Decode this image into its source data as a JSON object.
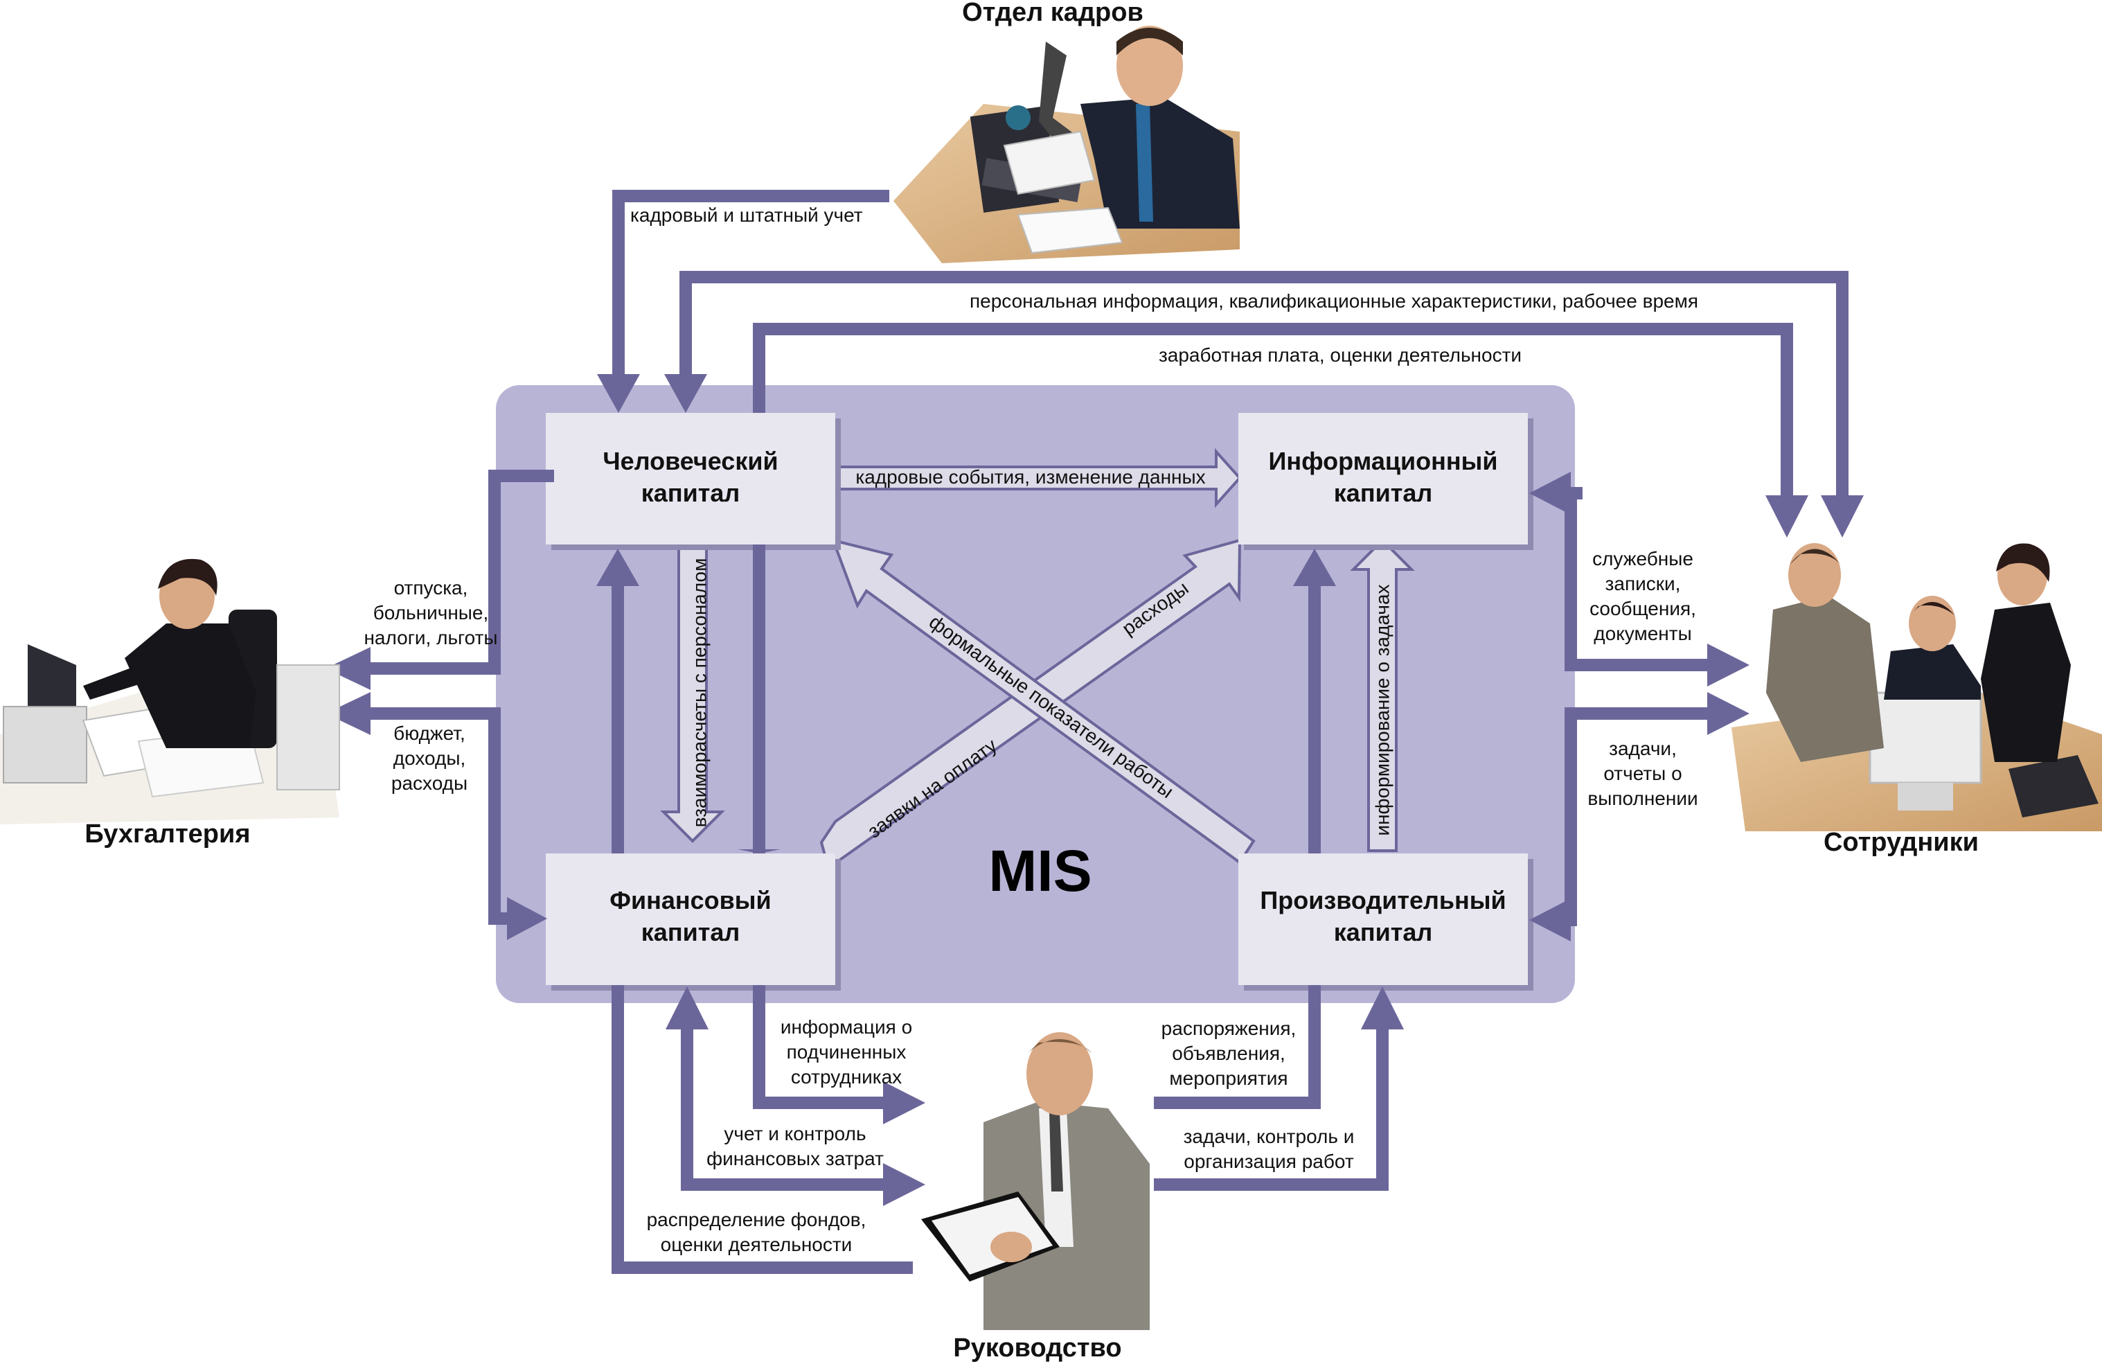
{
  "center_label": "MIS",
  "boxes": {
    "human": [
      "Человеческий",
      "капитал"
    ],
    "info": [
      "Информационный",
      "капитал"
    ],
    "finance": [
      "Финансовый",
      "капитал"
    ],
    "prod": [
      "Производительный",
      "капитал"
    ]
  },
  "parties": {
    "hr": "Отдел кадров",
    "accounting": "Бухгалтерия",
    "employees": "Сотрудники",
    "management": "Руководство"
  },
  "flows": {
    "hr_accounting": "кадровый и штатный учет",
    "personal_info": "персональная информация, квалификационные характеристики, рабочее время",
    "salary": "заработная плата, оценки деятельности",
    "hr_events": "кадровые события, изменение данных",
    "settlements": "взаиморасчеты с персоналом",
    "formal_indicators": "формальные показатели работы",
    "expenses": "расходы",
    "payment_requests": "заявки на оплату",
    "tasks_info": "информирование о задачах",
    "vacations": [
      "отпуска,",
      "больничные,",
      "налоги, льготы"
    ],
    "budget": [
      "бюджет,",
      "доходы,",
      "расходы"
    ],
    "memos": [
      "служебные",
      "записки,",
      "сообщения,",
      "документы"
    ],
    "tasks_reports": [
      "задачи,",
      "отчеты о",
      "выполнении"
    ],
    "subordinates": [
      "информация о",
      "подчиненных",
      "сотрудниках"
    ],
    "cost_control": [
      "учет и контроль",
      "финансовых затрат"
    ],
    "funds": [
      "распределение фондов,",
      "оценки деятельности"
    ],
    "orders": [
      "распоряжения,",
      "объявления,",
      "мероприятия"
    ],
    "task_control": [
      "задачи, контроль и",
      "организация работ"
    ]
  },
  "colors": {
    "arrow": "#6b669a",
    "panel": "#b8b4d6",
    "box": "#e8e7ef",
    "hollow_fill": "#dcdbe7",
    "hollow_stroke": "#6b669a"
  }
}
